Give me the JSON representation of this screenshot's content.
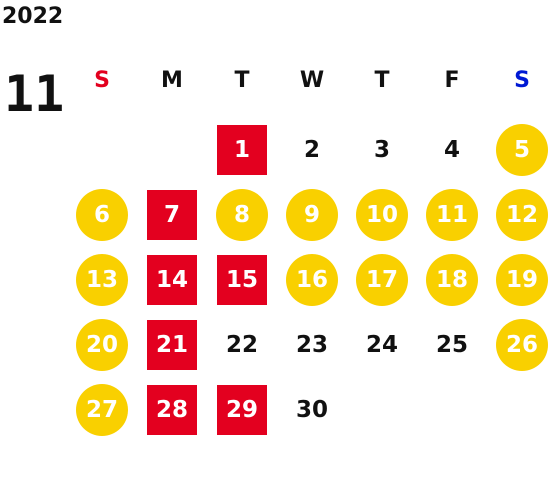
{
  "calendar": {
    "year": "2022",
    "month": "11",
    "weekdays": [
      {
        "label": "S",
        "color": "#e3001f"
      },
      {
        "label": "M",
        "color": "#111111"
      },
      {
        "label": "T",
        "color": "#111111"
      },
      {
        "label": "W",
        "color": "#111111"
      },
      {
        "label": "T",
        "color": "#111111"
      },
      {
        "label": "F",
        "color": "#111111"
      },
      {
        "label": "S",
        "color": "#0019d4"
      }
    ],
    "first_weekday_index": 2,
    "days": [
      {
        "day": "1",
        "mark": "square"
      },
      {
        "day": "2",
        "mark": "none"
      },
      {
        "day": "3",
        "mark": "none"
      },
      {
        "day": "4",
        "mark": "none"
      },
      {
        "day": "5",
        "mark": "circle"
      },
      {
        "day": "6",
        "mark": "circle"
      },
      {
        "day": "7",
        "mark": "square"
      },
      {
        "day": "8",
        "mark": "circle"
      },
      {
        "day": "9",
        "mark": "circle"
      },
      {
        "day": "10",
        "mark": "circle"
      },
      {
        "day": "11",
        "mark": "circle"
      },
      {
        "day": "12",
        "mark": "circle"
      },
      {
        "day": "13",
        "mark": "circle"
      },
      {
        "day": "14",
        "mark": "square"
      },
      {
        "day": "15",
        "mark": "square"
      },
      {
        "day": "16",
        "mark": "circle"
      },
      {
        "day": "17",
        "mark": "circle"
      },
      {
        "day": "18",
        "mark": "circle"
      },
      {
        "day": "19",
        "mark": "circle"
      },
      {
        "day": "20",
        "mark": "circle"
      },
      {
        "day": "21",
        "mark": "square"
      },
      {
        "day": "22",
        "mark": "none"
      },
      {
        "day": "23",
        "mark": "none"
      },
      {
        "day": "24",
        "mark": "none"
      },
      {
        "day": "25",
        "mark": "none"
      },
      {
        "day": "26",
        "mark": "circle"
      },
      {
        "day": "27",
        "mark": "circle"
      },
      {
        "day": "28",
        "mark": "square"
      },
      {
        "day": "29",
        "mark": "square"
      },
      {
        "day": "30",
        "mark": "none"
      }
    ],
    "colors": {
      "circle": "#f9d000",
      "square": "#e3001f",
      "text": "#111111"
    }
  }
}
